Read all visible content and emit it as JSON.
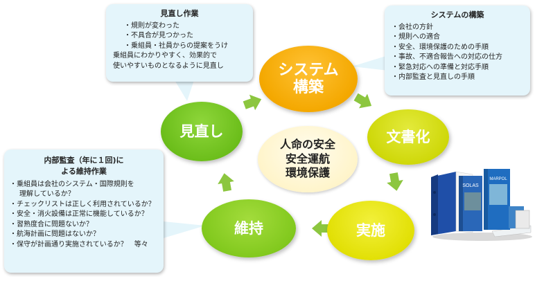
{
  "center": {
    "lines": [
      "人命の安全",
      "安全運航",
      "環境保護"
    ]
  },
  "nodes": {
    "system": [
      "システム",
      "構築"
    ],
    "document": "文書化",
    "implement": "実施",
    "maintain": "維持",
    "review": "見直し"
  },
  "callouts": {
    "review": {
      "title": "見直し作業",
      "items": [
        "・規則が変わった",
        "・不具合が見つかった",
        "・乗組員・社員からの提案をうけ"
      ],
      "tail": [
        "乗組員にわかりやすく、効果的で",
        "使いやすいものとなるように見直し"
      ]
    },
    "system": {
      "title": "システムの構築",
      "items": [
        "・会社の方針",
        "・規則への適合",
        "・安全、環境保護のための手順",
        "・事故、不適合報告への対応の仕方",
        "・緊急対応への準備と対応手順",
        "・内部監査と見直しの手順"
      ]
    },
    "audit": {
      "title_lines": [
        "内部監査（年に１回)に",
        "よる維持作業"
      ],
      "lines": [
        "・乗組員は会社のシステム・国際規則を",
        "理解しているか？",
        "・チェックリストは正しく利用されているか？",
        "・安全・消火設備は正常に機能しているか？",
        "・習熟度合に問題ないか？",
        "・航海計画に問題はないか？",
        "・保守が計画通り実施されているか？　等々"
      ]
    }
  },
  "binders": {
    "labels": [
      "SOLAS",
      "MARPOL"
    ]
  },
  "colors": {
    "system": "#f4a800",
    "document": "#cfd80a",
    "implement": "#e2e006",
    "maintain": "#82c91e",
    "review": "#6cbe1b",
    "center": "#fff4c8",
    "callout": "#e4f5fb",
    "arrow": "#8cc63f"
  }
}
